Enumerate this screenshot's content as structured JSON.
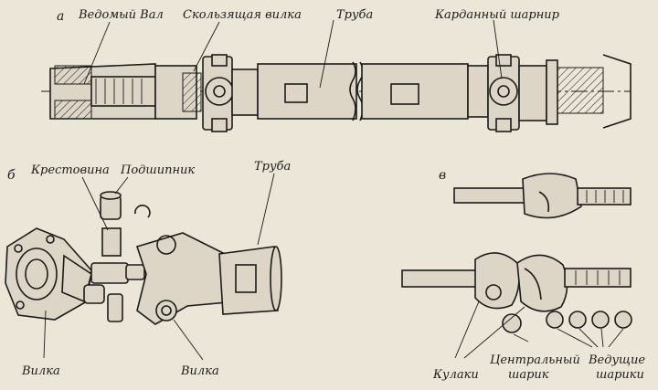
{
  "parts": {
    "a": "а",
    "b": "б",
    "v": "в"
  },
  "labels": {
    "vedomy_val": "Ведомый Вал",
    "skolzyashchaya_vilka": "Скользящая вилка",
    "truba_top": "Труба",
    "kardanny_sharnir": "Карданный шарнир",
    "krestovina": "Крестовина",
    "podshipnik": "Подшипник",
    "truba_mid": "Труба",
    "vilka_left": "Вилка",
    "vilka_right": "Вилка",
    "kulaki": "Кулаки",
    "centralny_sharik_1": "Центральный",
    "centralny_sharik_2": "шарик",
    "vedushchie_shariki_1": "Ведущие",
    "vedushchie_shariki_2": "шарики"
  }
}
